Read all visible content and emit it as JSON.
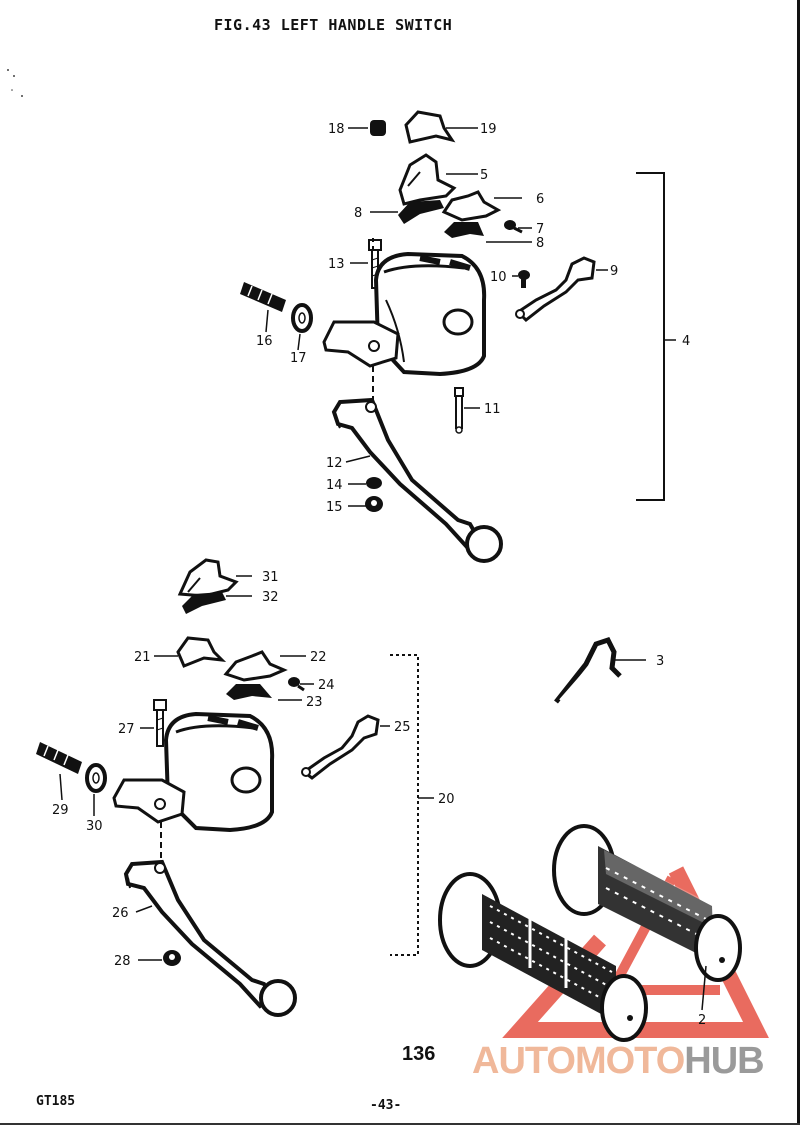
{
  "figure": {
    "title": "FIG.43  LEFT HANDLE SWITCH",
    "page_number": "136",
    "model_code": "GT185",
    "sheet": "-43-"
  },
  "watermark": {
    "brand_a": "AUTOMOTO",
    "brand_b": "HUB",
    "colors": {
      "logo": "#e23a2a",
      "text_light": "#f0b89a",
      "text_gray": "#9a9a9a"
    }
  },
  "callouts": {
    "c2": "2",
    "c3": "3",
    "c4": "4",
    "c5": "5",
    "c6": "6",
    "c7": "7",
    "c8a": "8",
    "c8b": "8",
    "c9": "9",
    "c10": "10",
    "c11": "11",
    "c12": "12",
    "c13": "13",
    "c14": "14",
    "c15": "15",
    "c16": "16",
    "c17": "17",
    "c18": "18",
    "c19": "19",
    "c20": "20",
    "c21": "21",
    "c22": "22",
    "c23": "23",
    "c24": "24",
    "c25": "25",
    "c26": "26",
    "c27": "27",
    "c28": "28",
    "c29": "29",
    "c30": "30",
    "c31": "31",
    "c32": "32"
  }
}
